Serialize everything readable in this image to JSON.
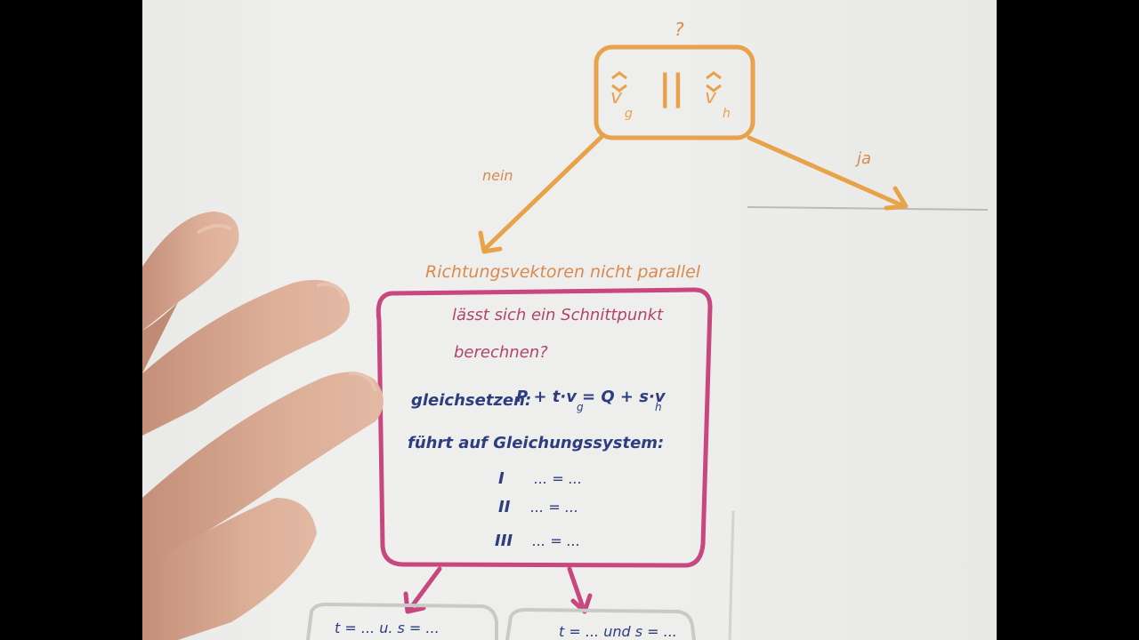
{
  "colors": {
    "background": "#000000",
    "paper": "#eeeeec",
    "orange": "#e8a24a",
    "orange_text": "#d98a4f",
    "magenta": "#c7477e",
    "magenta_text": "#b0456b",
    "navy": "#2e3d80",
    "skin": "#d7a48c"
  },
  "flowchart": {
    "question_mark": "?",
    "top_box": {
      "left_vector": "v",
      "left_sub": "g",
      "parallel_symbol": "||",
      "right_vector": "v",
      "right_sub": "h"
    },
    "branch_no": "nein",
    "branch_yes": "ja",
    "heading": "Richtungsvektoren nicht parallel",
    "question_line1": "lässt sich ein Schnittpunkt",
    "question_line2": "berechnen?",
    "equate_label": "gleichsetzen:",
    "equation": "P + t·v",
    "equation_sub1": "g",
    "equation_mid": " = Q + s·v",
    "equation_sub2": "h",
    "leads_to": "führt auf Gleichungssystem:",
    "system_rows": [
      {
        "numeral": "I",
        "content": "... = ..."
      },
      {
        "numeral": "II",
        "content": "... = ..."
      },
      {
        "numeral": "III",
        "content": "... = ..."
      }
    ],
    "result_left": "t = ... u. s = ...",
    "result_right": "t = ... und s = ..."
  }
}
